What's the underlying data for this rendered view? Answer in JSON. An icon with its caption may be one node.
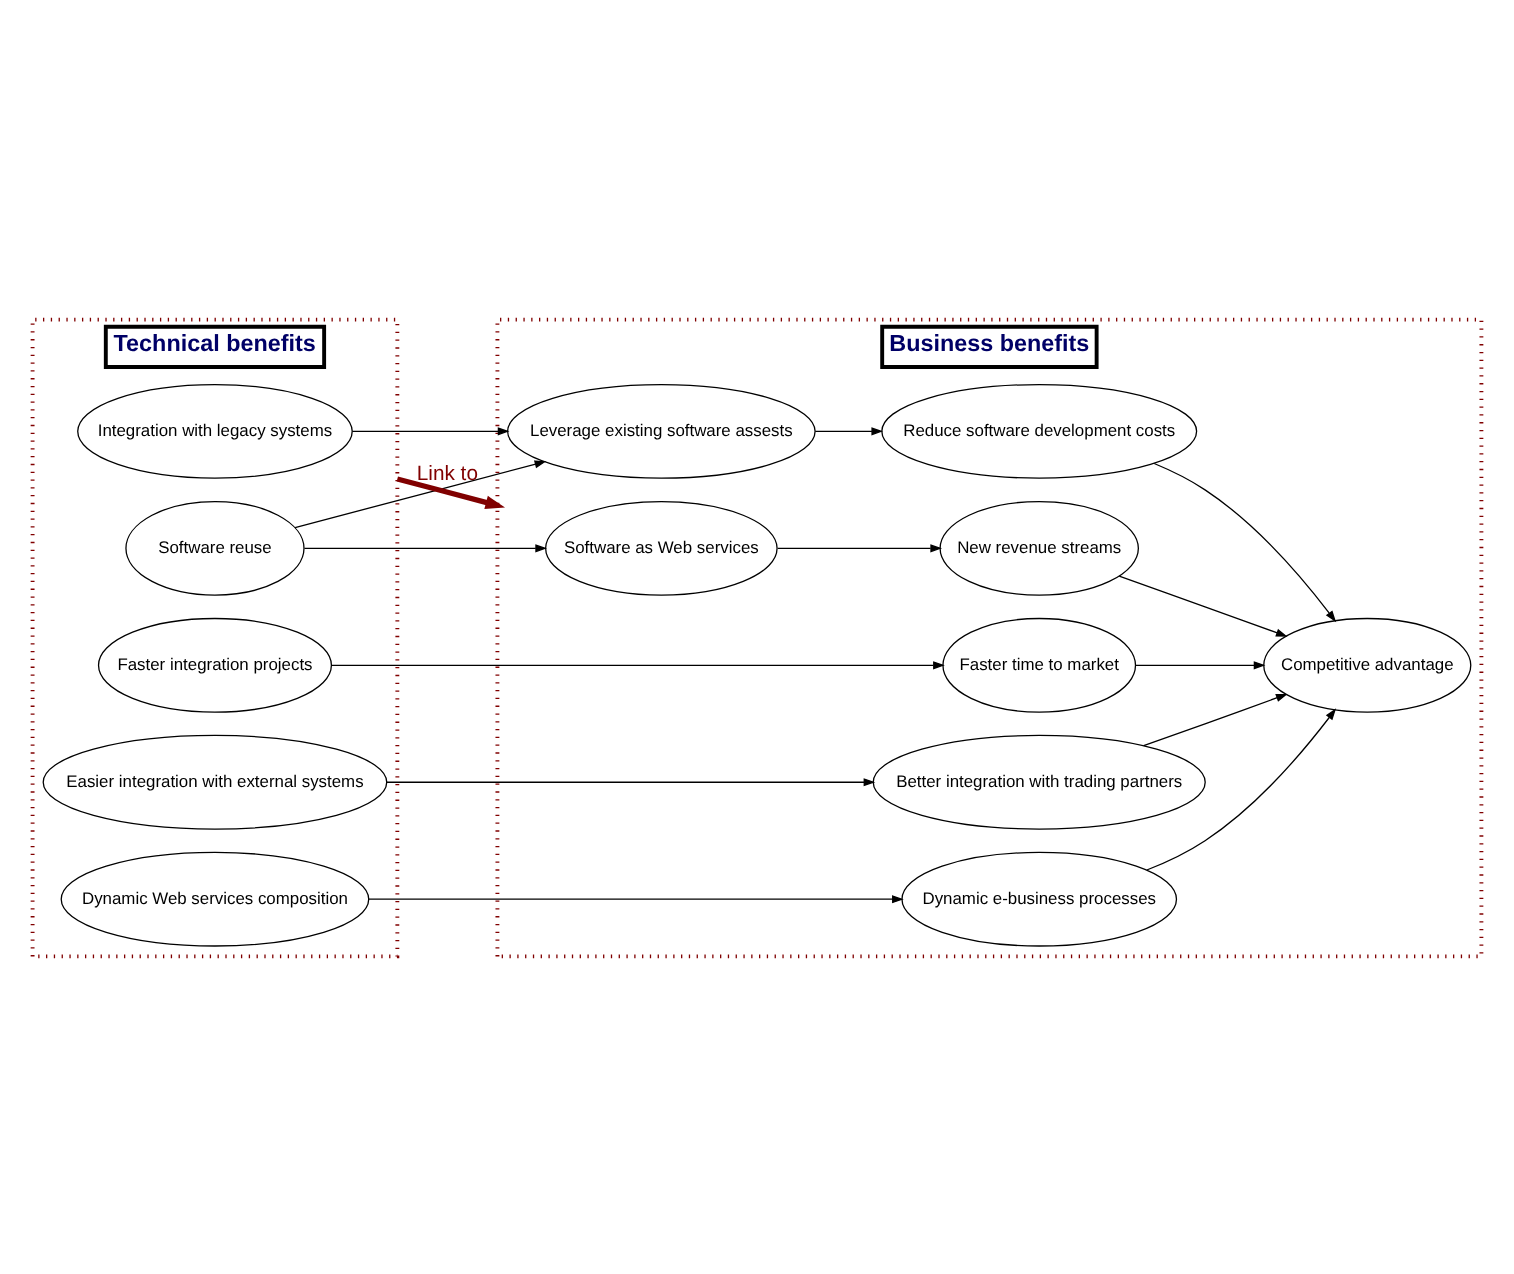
{
  "diagram": {
    "nodes": [
      {
        "text": [
          "Technical benefits"
        ]
      },
      {
        "text": [
          "Faster integration projects"
        ],
        "in": 0
      },
      {
        "text": [
          "Easier integration with external systems"
        ],
        "in": 0
      },
      {
        "text": [
          "Dynamic Web services composition"
        ],
        "in": 0
      },
      {
        "text": [
          "Software reuse"
        ],
        "in": 0
      },
      {
        "text": [
          "Integration with legacy systems"
        ],
        "in": 0
      },
      {
        "text": [
          "Business benefits"
        ]
      },
      {
        "text": [
          "Faster time to market"
        ],
        "in": 6
      },
      {
        "text": [
          "Better integration with trading partners"
        ],
        "in": 6
      },
      {
        "text": [
          "Dynamic e-business processes"
        ],
        "in": 6
      },
      {
        "text": [
          "Software as Web services"
        ],
        "in": 6
      },
      {
        "text": [
          "Leverage existing software assests"
        ],
        "in": 6
      },
      {
        "text": [
          "Competitive advantage"
        ],
        "in": 6
      },
      {
        "text": [
          "New revenue streams"
        ],
        "in": 6
      },
      {
        "text": [
          "Reduce software development costs"
        ],
        "in": 6
      }
    ],
    "edges": [
      {
        "from": 0,
        "to": 6,
        "arrow": "to",
        "label": "Link to",
        "style": "thick",
        "color": "#800000"
      },
      {
        "from": 1,
        "to": 7,
        "arrow": "to"
      },
      {
        "from": 2,
        "to": 8,
        "arrow": "to"
      },
      {
        "from": 3,
        "to": 9,
        "arrow": "to"
      },
      {
        "from": 4,
        "to": 10,
        "arrow": "to"
      },
      {
        "from": 4,
        "to": 11,
        "arrow": "to"
      },
      {
        "from": 5,
        "to": 11,
        "arrow": "to"
      },
      {
        "from": 7,
        "to": 12,
        "arrow": "to"
      },
      {
        "from": 8,
        "to": 12,
        "arrow": "to"
      },
      {
        "from": 9,
        "to": 12,
        "arrow": "to"
      },
      {
        "from": 10,
        "to": 13,
        "arrow": "to"
      },
      {
        "from": 13,
        "to": 12,
        "arrow": "to"
      },
      {
        "from": 11,
        "to": 14,
        "arrow": "to"
      },
      {
        "from": 14,
        "to": 12,
        "arrow": "to"
      }
    ]
  }
}
